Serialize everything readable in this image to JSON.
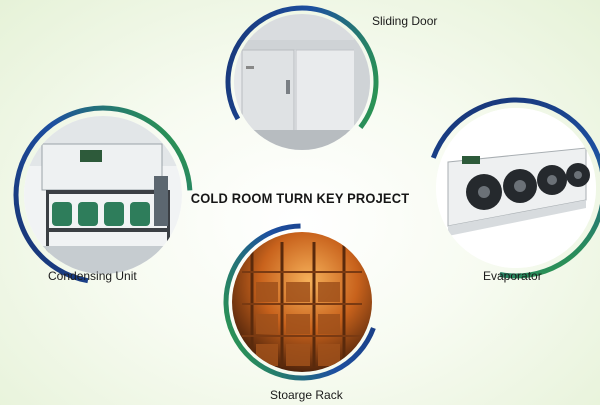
{
  "title": "COLD ROOM TURN KEY PROJECT",
  "components": {
    "sliding_door": {
      "label": "Sliding Door"
    },
    "condensing_unit": {
      "label": "Condensing Unit"
    },
    "evaporator": {
      "label": "Evaporator"
    },
    "storage_rack": {
      "label": "Stoarge Rack"
    }
  },
  "colors": {
    "ring_green": "#2faa3a",
    "ring_blue": "#1d4fa0",
    "ring_navy": "#17306e",
    "unit_panel": "#eef1f2",
    "compressor_green": "#2e7d5b",
    "rack_orange": "#d9701e"
  }
}
